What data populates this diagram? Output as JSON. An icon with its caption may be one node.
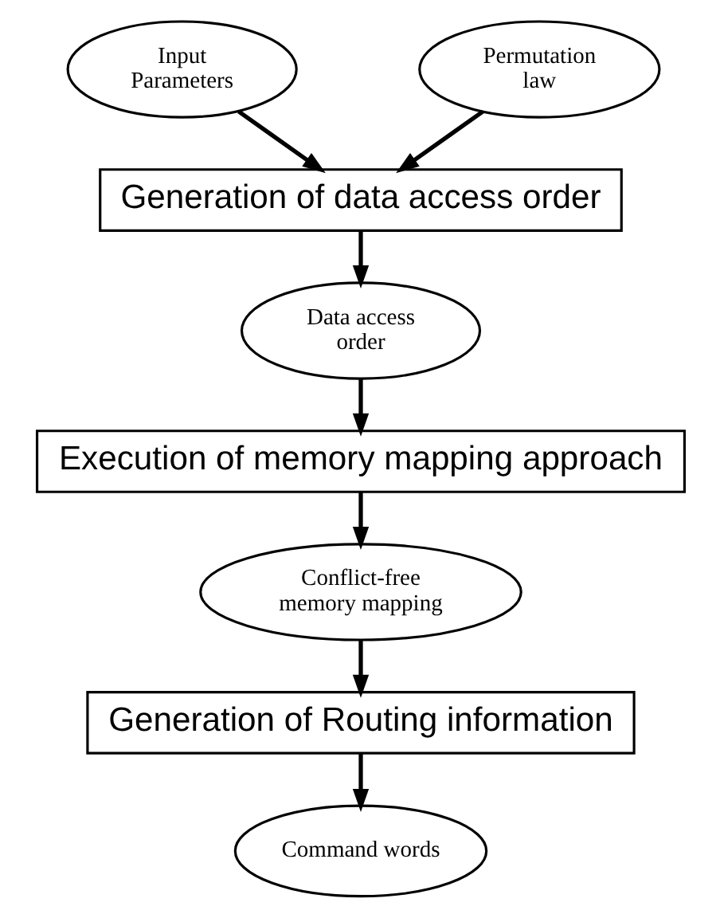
{
  "diagram": {
    "nodes": [
      {
        "text": [
          "Input Parameters"
        ]
      },
      {
        "text": [
          "Permutation law"
        ]
      },
      {
        "text": [
          "Generation of data access order"
        ]
      },
      {
        "text": [
          "Data access order"
        ]
      },
      {
        "text": [
          "Execution of memory mapping approach"
        ]
      },
      {
        "text": [
          "Conflict-free memory mapping"
        ]
      },
      {
        "text": [
          "Generation of Routing information"
        ]
      },
      {
        "text": [
          "Command words"
        ]
      }
    ],
    "edges": [
      {
        "from": 0,
        "to": 2,
        "arrow": "to"
      },
      {
        "from": 1,
        "to": 2,
        "arrow": "to"
      },
      {
        "from": 2,
        "to": 3,
        "arrow": "to"
      },
      {
        "from": 3,
        "to": 4,
        "arrow": "to"
      },
      {
        "from": 4,
        "to": 5,
        "arrow": "to"
      },
      {
        "from": 5,
        "to": 6,
        "arrow": "to"
      },
      {
        "from": 6,
        "to": 7,
        "arrow": "to"
      }
    ]
  }
}
